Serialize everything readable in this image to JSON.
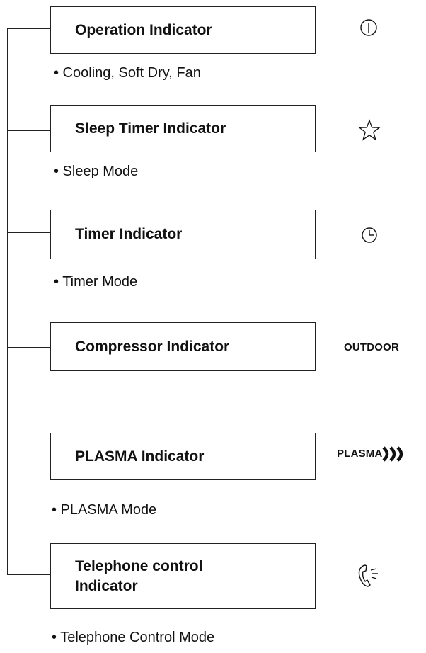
{
  "indicators": [
    {
      "title": "Operation Indicator",
      "description": "• Cooling, Soft Dry, Fan",
      "icon": "power-icon"
    },
    {
      "title": "Sleep Timer Indicator",
      "description": "• Sleep Mode",
      "icon": "star-icon"
    },
    {
      "title": "Timer Indicator",
      "description": "• Timer Mode",
      "icon": "clock-icon"
    },
    {
      "title": "Compressor Indicator",
      "description": "",
      "icon_text": "OUTDOOR"
    },
    {
      "title": "PLASMA Indicator",
      "description": "• PLASMA Mode",
      "icon_text": "PLASMA",
      "icon": "plasma-waves-icon"
    },
    {
      "title_line1": "Telephone control",
      "title_line2": "Indicator",
      "description": "• Telephone Control Mode",
      "icon": "telephone-icon"
    }
  ]
}
